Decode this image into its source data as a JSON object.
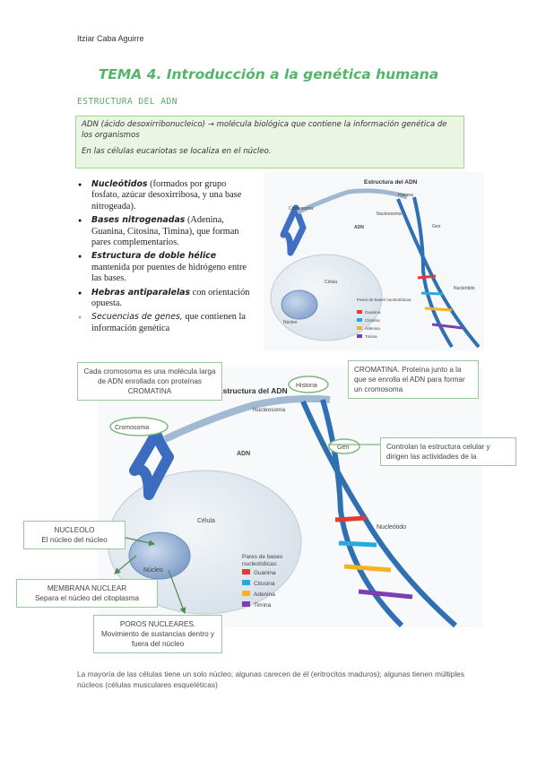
{
  "header": {
    "author": "Itziar Caba Aguirre"
  },
  "title": "TEMA 4. Introducción a la genética humana",
  "section_heading": "ESTRUCTURA DEL ADN",
  "definition_box": {
    "line1": "ADN (ácido desoxirribonucleico) → molécula biológica que contiene la información genética de los organismos",
    "line2": "En las células eucariotas se localiza en el núcleo."
  },
  "bullets": [
    {
      "term": "Nucleótidos",
      "text": " (formados por grupo fosfato, azúcar desoxirribosa, y una base nitrogeada)."
    },
    {
      "term": "Bases nitrogenadas",
      "text": " (Adenina, Guanina, Citosina, Timina), que forman pares complementarios."
    },
    {
      "term": "Estructura de doble hélice",
      "text": " mantenida por puentes de hidrógeno entre las bases."
    },
    {
      "term": "Hebras antiparalelas",
      "text": " con orientación opuesta."
    },
    {
      "term": "Secuencias de genes,",
      "text": " que contienen la información genética"
    }
  ],
  "figure_small": {
    "title": "Estructura del ADN",
    "labels": {
      "cromosoma": "Cromosoma",
      "histona": "Histona",
      "nucleosoma": "Nucleosoma",
      "adn": "ADN",
      "gen": "Gen",
      "celula": "Célula",
      "nucleo": "Núcleo",
      "nucleotido": "Nucleótido",
      "pares_title": "Pares de bases nucleotídicas:"
    },
    "legend": [
      "Guanina",
      "Citosina",
      "Adenina",
      "Timina"
    ]
  },
  "figure_large": {
    "title": "Estructura del ADN",
    "labels": {
      "cromosoma": "Cromosoma",
      "histona": "Histona",
      "nucleosoma": "Nucleosoma",
      "adn": "ADN",
      "gen": "Gen",
      "celula": "Célula",
      "nucleo": "Núcleo",
      "nucleotido": "Nucleótido",
      "pares_title_1": "Pares de bases",
      "pares_title_2": "nucleotídicas:"
    },
    "legend": [
      "Guanina",
      "Citosina",
      "Adenina",
      "Timina"
    ]
  },
  "base_colors": {
    "guanina": "#e53935",
    "citosina": "#29a8e0",
    "adenina": "#f5b324",
    "timina": "#7b3fb0"
  },
  "notes": {
    "cromosoma": "Cada cromosoma es una molécula larga de ADN enrollada con proteínas CROMATINA",
    "cromatina": "CROMATINA. Proteína junto a la que se enrolla el ADN para formar un cromosoma",
    "gen": "Controlan la estructura celular y dirigen las actividades de la",
    "nucleolo_title": "NUCLEOLO",
    "nucleolo_text": "El núcleo del núcleo",
    "membrana_title": "MEMBRANA NUCLEAR",
    "membrana_text": "Separa el núcleo del citoplasma",
    "poros_title": "POROS NUCLEARES.",
    "poros_text": "Movimiento de sustancias dentro y fuera del núcleo"
  },
  "footer": "La mayoría de las células tiene un solo núcleo; algunas carecen de él (eritrocitos maduros); algunas tienen múltiples núcleos (células musculares esqueléticas)"
}
